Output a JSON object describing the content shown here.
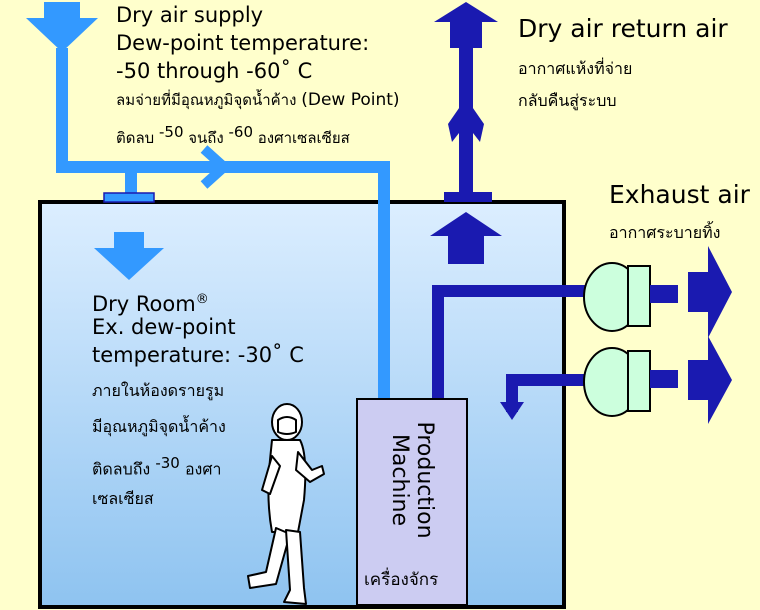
{
  "supply": {
    "title": "Dry air supply",
    "line2": "Dew-point temperature:",
    "line3": "-50 through -60˚ C",
    "thai1": "ลมจ่ายที่มีอุณหภูมิจุดน้ำค้าง",
    "dew_point_tag": "(Dew Point)",
    "thai2_a": "ติดลบ",
    "thai2_num1": "-50",
    "thai2_b": "จนถึง",
    "thai2_num2": "-60",
    "thai2_c": "องศาเซลเซียส"
  },
  "return_air": {
    "title": "Dry air return air",
    "thai1": "อากาศแห้งที่จ่าย",
    "thai2": "กลับคืนสู่ระบบ"
  },
  "exhaust": {
    "title": "Exhaust air",
    "thai": "อากาศระบายทิ้ง"
  },
  "room": {
    "title": "Dry Room",
    "reg": "®",
    "line2": "Ex. dew-point",
    "line3": "temperature: -30˚ C",
    "thai1": "ภายในห้องดรายรูม",
    "thai2": "มีอุณหภูมิจุดน้ำค้าง",
    "thai3_a": "ติดลบถึง",
    "thai3_num": "-30",
    "thai3_b": "องศา",
    "thai4": "เซลเซียส"
  },
  "machine": {
    "line1": "Production",
    "line2": "Machine",
    "thai": "เครื่องจักร"
  },
  "colors": {
    "background": "#FFFFCC",
    "supply_blue": "#3399FF",
    "return_navy": "#1A1AB0",
    "room_top": "#DDEEFF",
    "room_bottom": "#8EC3F0",
    "fan_green": "#CCFFDD",
    "machine_fill": "#CCCCF2"
  }
}
